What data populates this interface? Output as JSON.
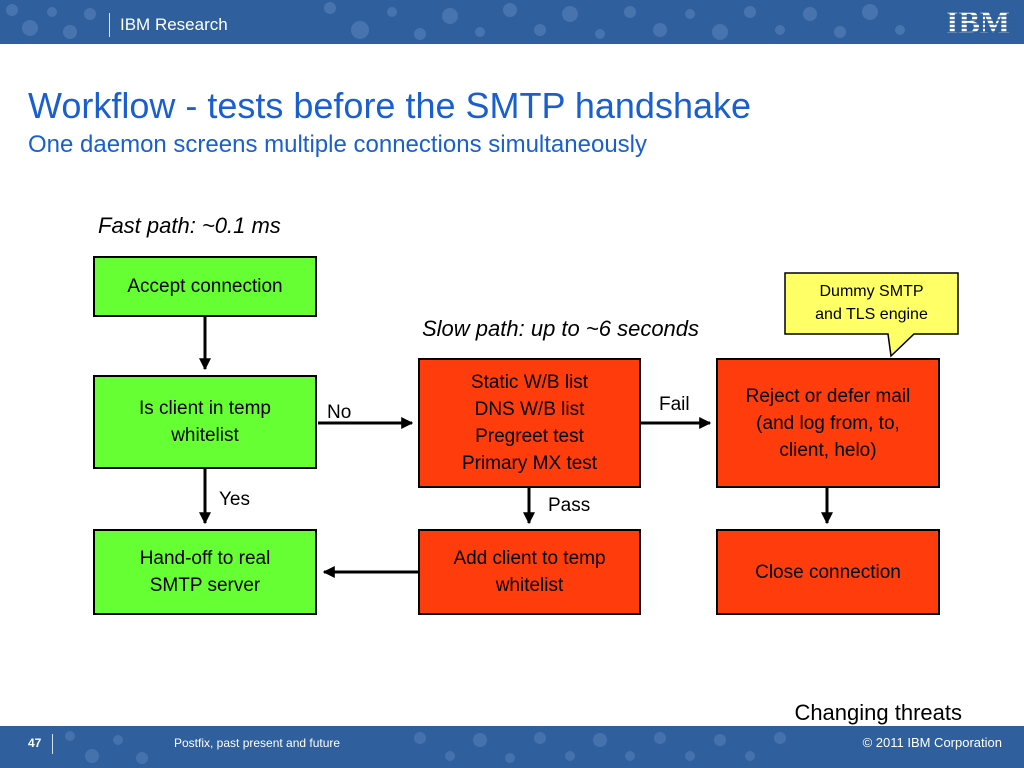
{
  "header": {
    "brand": "IBM Research",
    "logo_text": "IBM"
  },
  "slide": {
    "title": "Workflow - tests before the SMTP handshake",
    "subtitle": "One daemon screens multiple connections simultaneously",
    "fast_path_note": "Fast path: ~0.1 ms",
    "slow_path_note": "Slow path: up to ~6 seconds",
    "changing_threats": "Changing threats"
  },
  "diagram": {
    "nodes": {
      "accept": "Accept connection",
      "is_client_whitelisted": "Is client in temp\nwhitelist",
      "handoff": "Hand-off to real\nSMTP server",
      "tests": "Static W/B list\nDNS W/B list\nPregreet test\nPrimary MX test",
      "add_client": "Add client to temp\nwhitelist",
      "reject": "Reject or defer mail\n(and log from, to,\nclient, helo)",
      "close": "Close connection"
    },
    "edge_labels": {
      "no": "No",
      "yes": "Yes",
      "fail": "Fail",
      "pass": "Pass"
    },
    "callout": "Dummy SMTP\nand TLS engine",
    "colors": {
      "green_box": "#66ff33",
      "red_box": "#ff3d0c",
      "callout_fill": "#ffff66"
    }
  },
  "footer": {
    "page_number": "47",
    "presentation_title": "Postfix, past present and future",
    "copyright": "© 2011 IBM Corporation"
  }
}
